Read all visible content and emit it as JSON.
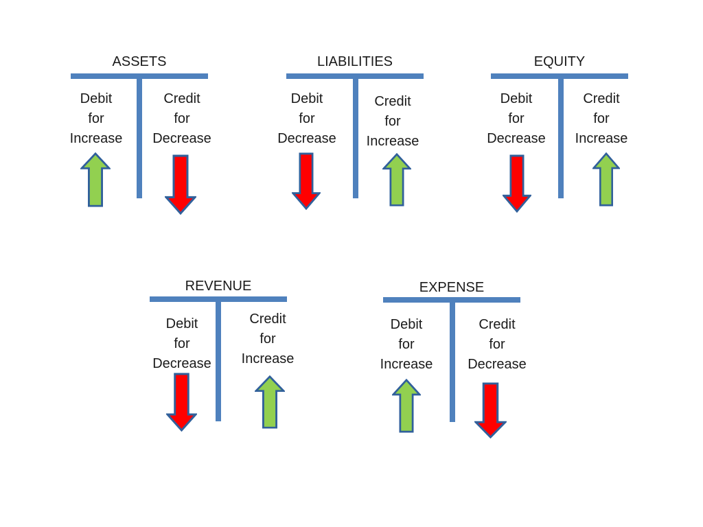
{
  "canvas": {
    "background": "#ffffff"
  },
  "colors": {
    "t_bar_blue": "#4f81bd",
    "arrow_green": "#92d050",
    "arrow_red": "#ff0000",
    "arrow_outline": "#31609b",
    "text": "#1a1a1a"
  },
  "accounts": [
    {
      "title": "ASSETS",
      "left": {
        "lines": [
          "Debit",
          "for",
          "Increase"
        ],
        "arrow": "up-green"
      },
      "right": {
        "lines": [
          "Credit",
          "for",
          "Decrease"
        ],
        "arrow": "down-red"
      }
    },
    {
      "title": "LIABILITIES",
      "left": {
        "lines": [
          "Debit",
          "for",
          "Decrease"
        ],
        "arrow": "down-red"
      },
      "right": {
        "lines": [
          "Credit",
          "for",
          "Increase"
        ],
        "arrow": "up-green"
      }
    },
    {
      "title": "EQUITY",
      "left": {
        "lines": [
          "Debit",
          "for",
          "Decrease"
        ],
        "arrow": "down-red"
      },
      "right": {
        "lines": [
          "Credit",
          "for",
          "Increase"
        ],
        "arrow": "up-green"
      }
    },
    {
      "title": "REVENUE",
      "left": {
        "lines": [
          "Debit",
          "for",
          "Decrease"
        ],
        "arrow": "down-red"
      },
      "right": {
        "lines": [
          "Credit",
          "for",
          "Increase"
        ],
        "arrow": "up-green"
      }
    },
    {
      "title": "EXPENSE",
      "left": {
        "lines": [
          "Debit",
          "for",
          "Increase"
        ],
        "arrow": "up-green"
      },
      "right": {
        "lines": [
          "Credit",
          "for",
          "Decrease"
        ],
        "arrow": "down-red"
      }
    }
  ]
}
